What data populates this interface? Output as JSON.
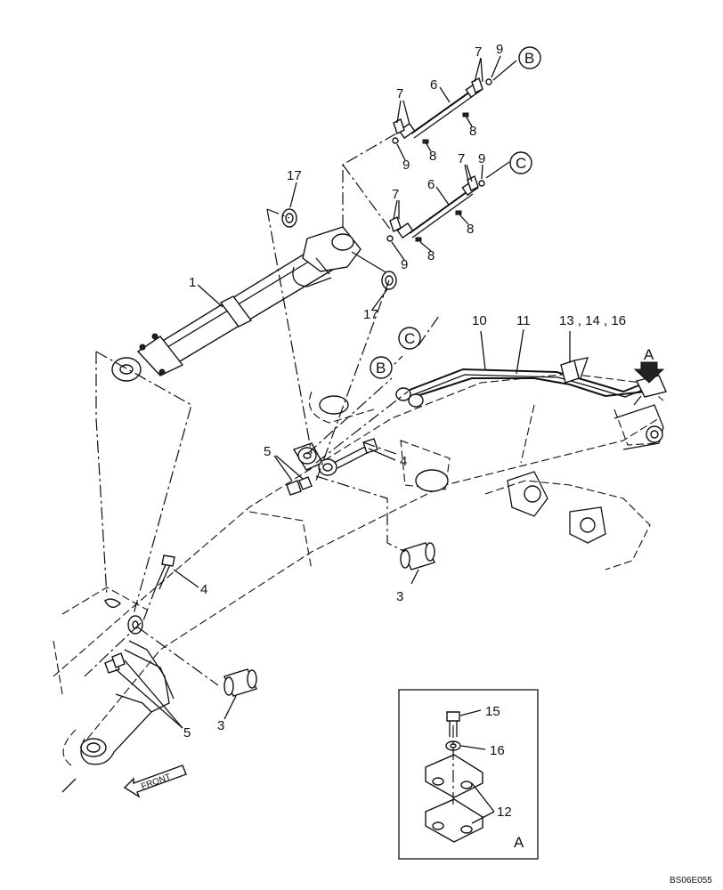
{
  "callouts": {
    "boom_cylinder": "1",
    "pin_right": "3",
    "pin_left": "3",
    "bolt_right": "4",
    "bolt_left": "4",
    "nut_upper": "5",
    "nut_lower": "5",
    "hose_upper": "6",
    "hose_lower": "6",
    "clamp_upper_left": "7",
    "clamp_upper_right": "7",
    "clamp_lower_left": "7",
    "clamp_lower_right": "7",
    "screw_upper_left": "8",
    "screw_upper_right": "8",
    "screw_lower_left": "8",
    "screw_lower_right": "8",
    "oring_upper_left": "9",
    "oring_upper_right": "9",
    "oring_lower_left": "9",
    "oring_lower_right": "9",
    "pipe_10": "10",
    "pipe_11": "11",
    "clamp_group": "13 , 14 , 16",
    "shim_upper": "17",
    "shim_lower": "17",
    "detail_bolt": "15",
    "detail_washer": "16",
    "detail_clamp": "12"
  },
  "refs": {
    "b_hose": "B",
    "c_hose": "C",
    "b_boom": "B",
    "c_boom": "C",
    "view_arrow": "A",
    "detail_view": "A"
  },
  "front_label": "FRONT",
  "drawing_code": "BS06E055"
}
